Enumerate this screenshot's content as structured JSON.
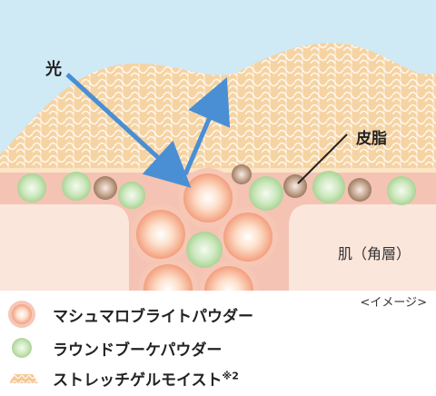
{
  "labels": {
    "light": "光",
    "sebum": "皮脂",
    "skin": "肌（角層）",
    "image_note": "<イメージ>"
  },
  "legend": [
    {
      "text": "マシュマロブライトパウダー",
      "icon": "powder-bead-icon"
    },
    {
      "text": "ラウンドブーケパウダー",
      "icon": "green-powder-icon"
    },
    {
      "text": "ストレッチゲルモイスト",
      "sup": "※2",
      "icon": "gel-mesh-icon"
    }
  ],
  "colors": {
    "sky": "#cde9f6",
    "gel": "#f7d7aa",
    "gel_line": "#ffffff",
    "skin": "#f7d6cc",
    "skin_dark": "#f1bfae",
    "arrow": "#4a8fd4",
    "pink_bead": "#f3b7a8",
    "green_bead": "#bfe0b0",
    "sebum": "#b89a83"
  }
}
